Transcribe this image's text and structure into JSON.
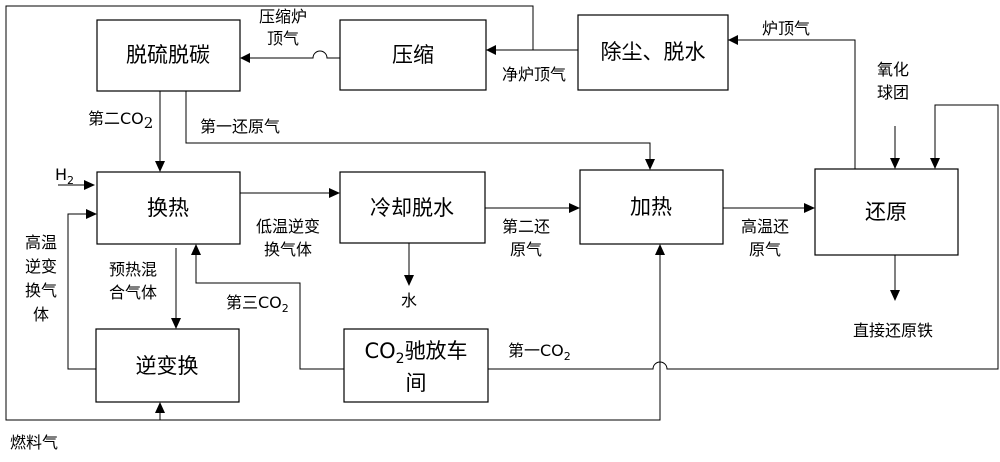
{
  "boxes": {
    "desulf": "脱硫脱碳",
    "compress": "压缩",
    "dedust": "除尘、脱水",
    "heatex": "换热",
    "cool": "冷却脱水",
    "heating": "加热",
    "reduction": "还原",
    "reverse": "逆变换",
    "relax_prefix": "CO",
    "relax_sub": "2",
    "relax_line1_rest": "驰放车",
    "relax_line2": "间"
  },
  "labels": {
    "compressed_gas_1": "压缩炉",
    "compressed_gas_2": "顶气",
    "clean_gas": "净炉顶气",
    "top_gas": "炉顶气",
    "pellet_1": "氧化",
    "pellet_2": "球团",
    "second_co2_prefix": "第二CO",
    "second_co2_sub": "2",
    "first_reducing_gas": "第一还原气",
    "h2_prefix": "H",
    "h2_sub": "2",
    "low_temp_1": "低温逆变",
    "low_temp_2": "换气体",
    "second_reducing_1": "第二还",
    "second_reducing_2": "原气",
    "high_temp_reducing_1": "高温还",
    "high_temp_reducing_2": "原气",
    "water": "水",
    "dri": "直接还原铁",
    "high_temp_reverse_1": "高温",
    "high_temp_reverse_2": "逆变",
    "high_temp_reverse_3": "换气",
    "high_temp_reverse_4": "体",
    "preheat_1": "预热混",
    "preheat_2": "合气体",
    "third_co2_prefix": "第三CO",
    "third_co2_sub": "2",
    "first_co2_prefix": "第一CO",
    "first_co2_sub": "2",
    "fuel_gas": "燃料气"
  }
}
